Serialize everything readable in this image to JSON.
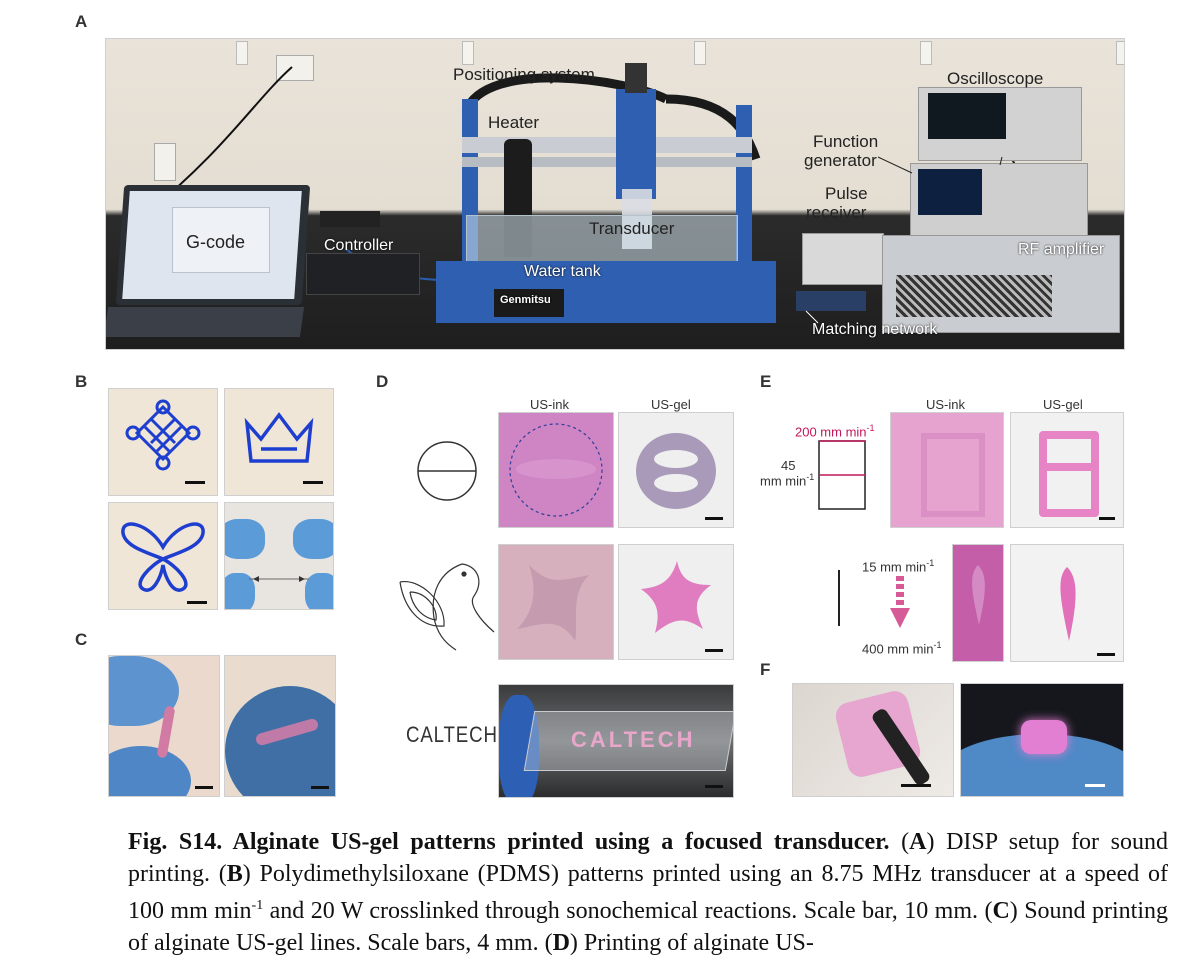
{
  "panels": {
    "A": {
      "letter": "A",
      "labels": {
        "positioning_system": "Positioning system",
        "oscilloscope": "Oscilloscope",
        "heater": "Heater",
        "function_generator_1": "Function",
        "function_generator_2": "generator",
        "pulse_receiver_1": "Pulse",
        "pulse_receiver_2": "receiver",
        "gcode": "G-code",
        "controller": "Controller",
        "transducer": "Transducer",
        "water_tank": "Water tank",
        "rf_amplifier": "RF amplifier",
        "matching_network": "Matching network",
        "brand": "Genmitsu"
      }
    },
    "B": {
      "letter": "B"
    },
    "C": {
      "letter": "C"
    },
    "D": {
      "letter": "D",
      "col1": "US-ink",
      "col2": "US-gel",
      "caltech": "CALTECH"
    },
    "E": {
      "letter": "E",
      "col1": "US-ink",
      "col2": "US-gel",
      "speed_top": "200 mm min",
      "speed_side_1": "45",
      "speed_side_2": "mm min",
      "speed_15": "15 mm min",
      "speed_400": "400 mm min",
      "sup": "-1"
    },
    "F": {
      "letter": "F"
    }
  },
  "caption": {
    "title": "Fig. S14. Alginate US-gel patterns printed using a focused transducer.",
    "p1_open": " (",
    "A": "A",
    "p1": ") DISP setup for sound printing. (",
    "B": "B",
    "p2": ") Polydimethylsiloxane (PDMS) patterns printed using an 8.75 MHz transducer at a speed of 100 mm min",
    "sup": "-1",
    "p3": " and 20 W crosslinked through sonochemical reactions. Scale bar, 10 mm. (",
    "C": "C",
    "p4": ") Sound printing of alginate US-gel lines. Scale bars, 4 mm. (",
    "D": "D",
    "p5": ") Printing of alginate US-"
  }
}
